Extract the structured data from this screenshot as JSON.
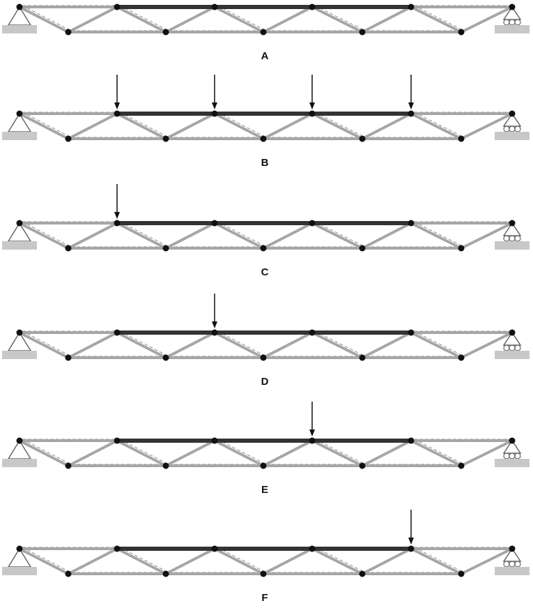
{
  "colors": {
    "background": "#ffffff",
    "member": "#a6a6a6",
    "compressed_member": "#333333",
    "undeformed_outline": "#8c8c8c",
    "node": "#111111",
    "ground": "#c8c8c8",
    "support_line": "#666666",
    "arrow": "#111111"
  },
  "icons": {
    "pin_support": "triangle-pin-support",
    "roller_support": "triangle-roller-support",
    "load": "down-arrow"
  },
  "panels": [
    {
      "label": "A",
      "load_nodes": [],
      "dark_members": [
        9,
        10,
        11
      ]
    },
    {
      "label": "B",
      "load_nodes": [
        1,
        2,
        3,
        4
      ],
      "dark_members": [
        9,
        10,
        11
      ]
    },
    {
      "label": "C",
      "load_nodes": [
        1
      ],
      "dark_members": [
        9,
        10,
        11
      ]
    },
    {
      "label": "D",
      "load_nodes": [
        2
      ],
      "dark_members": [
        9,
        10,
        11
      ]
    },
    {
      "label": "E",
      "load_nodes": [
        3
      ],
      "dark_members": [
        9,
        10,
        11
      ]
    },
    {
      "label": "F",
      "load_nodes": [
        4
      ],
      "dark_members": [
        9,
        10,
        11
      ]
    }
  ]
}
